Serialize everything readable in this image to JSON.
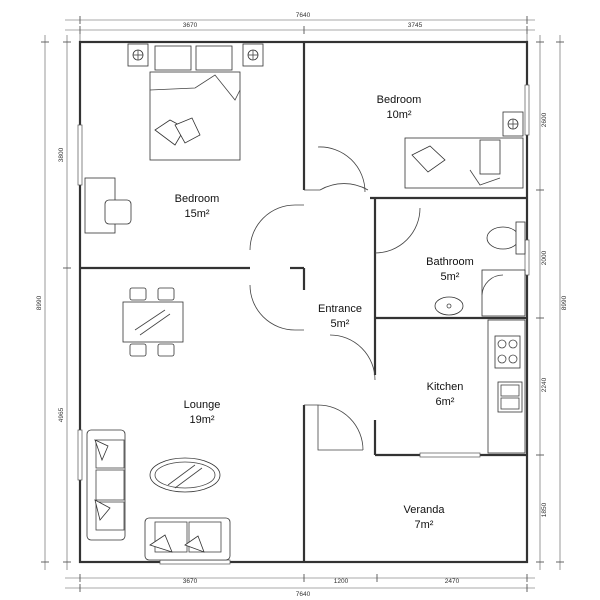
{
  "rooms": {
    "bedroom_main": {
      "name": "Bedroom",
      "area": "15m²"
    },
    "bedroom_small": {
      "name": "Bedroom",
      "area": "10m²"
    },
    "bathroom": {
      "name": "Bathroom",
      "area": "5m²"
    },
    "entrance": {
      "name": "Entrance",
      "area": "5m²"
    },
    "lounge": {
      "name": "Lounge",
      "area": "19m²"
    },
    "kitchen": {
      "name": "Kitchen",
      "area": "6m²"
    },
    "veranda": {
      "name": "Veranda",
      "area": "7m²"
    }
  },
  "dimensions": {
    "top_total": "7640",
    "top_left": "3670",
    "top_right": "3745",
    "bottom_total": "7640",
    "bottom_left": "3670",
    "bottom_mid": "1200",
    "bottom_right": "2470",
    "left_total": "8990",
    "left_upper": "3800",
    "left_lower": "4965",
    "right_total": "8990",
    "right_seg1": "2600",
    "right_seg2": "2000",
    "right_seg3": "2240",
    "right_seg4": "1850"
  }
}
